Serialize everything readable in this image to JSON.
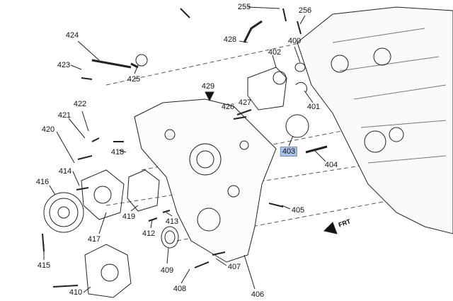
{
  "diagram": {
    "labels": [
      {
        "id": "255",
        "text": "255"
      },
      {
        "id": "256",
        "text": "256"
      },
      {
        "id": "424",
        "text": "424"
      },
      {
        "id": "400",
        "text": "400"
      },
      {
        "id": "423",
        "text": "423"
      },
      {
        "id": "428",
        "text": "428"
      },
      {
        "id": "402",
        "text": "402"
      },
      {
        "id": "425",
        "text": "425"
      },
      {
        "id": "429",
        "text": "429"
      },
      {
        "id": "426",
        "text": "426"
      },
      {
        "id": "427",
        "text": "427"
      },
      {
        "id": "401",
        "text": "401"
      },
      {
        "id": "422",
        "text": "422"
      },
      {
        "id": "421",
        "text": "421"
      },
      {
        "id": "420",
        "text": "420"
      },
      {
        "id": "418",
        "text": "418"
      },
      {
        "id": "403",
        "text": "403"
      },
      {
        "id": "404",
        "text": "404"
      },
      {
        "id": "414",
        "text": "414"
      },
      {
        "id": "416",
        "text": "416"
      },
      {
        "id": "419",
        "text": "419"
      },
      {
        "id": "405",
        "text": "405"
      },
      {
        "id": "412",
        "text": "412"
      },
      {
        "id": "413",
        "text": "413"
      },
      {
        "id": "417",
        "text": "417"
      },
      {
        "id": "409",
        "text": "409"
      },
      {
        "id": "415",
        "text": "415"
      },
      {
        "id": "407",
        "text": "407"
      },
      {
        "id": "408",
        "text": "408"
      },
      {
        "id": "410",
        "text": "410"
      },
      {
        "id": "406",
        "text": "406"
      }
    ],
    "highlighted": "403",
    "highlight_color": "#a9c2e6",
    "direction_arrow": "FRT"
  }
}
